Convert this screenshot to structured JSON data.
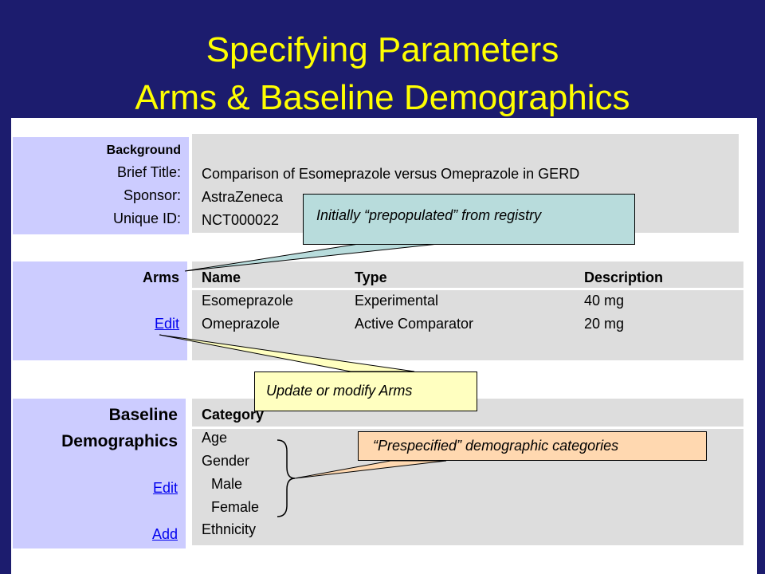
{
  "slide": {
    "title_line1": "Specifying Parameters",
    "title_line2": "Arms & Baseline Demographics"
  },
  "background": {
    "section_label": "Background",
    "brief_title_label": "Brief Title:",
    "sponsor_label": "Sponsor:",
    "unique_id_label": "Unique ID:",
    "brief_title_value": "Comparison of Esomeprazole versus Omeprazole in GERD",
    "sponsor_value": "AstraZeneca",
    "unique_id_value": "NCT000022"
  },
  "arms": {
    "section_label": "Arms",
    "edit_link": "Edit",
    "headers": [
      "Name",
      "Type",
      "Description"
    ],
    "rows": [
      [
        "Esomeprazole",
        "Experimental",
        "40 mg"
      ],
      [
        "Omeprazole",
        "Active Comparator",
        "20 mg"
      ]
    ]
  },
  "baseline": {
    "section_label_line1": "Baseline",
    "section_label_line2": "Demographics",
    "edit_link": "Edit",
    "add_link": "Add",
    "header": "Category",
    "items": [
      "Age",
      "Gender",
      "Male",
      "Female",
      "Ethnicity"
    ]
  },
  "callouts": {
    "registry": "Initially “prepopulated” from registry",
    "arms": "Update or modify Arms",
    "demographics": "“Prespecified” demographic categories"
  },
  "colors": {
    "slide_background": "#1c1c6e",
    "title": "#ffff00",
    "label_column": "#ccccff",
    "content_area": "#dddddd",
    "link": "#0000ee",
    "callout_registry": "#b8dcdc",
    "callout_arms": "#ffffc0",
    "callout_demographics": "#ffd8b0"
  }
}
